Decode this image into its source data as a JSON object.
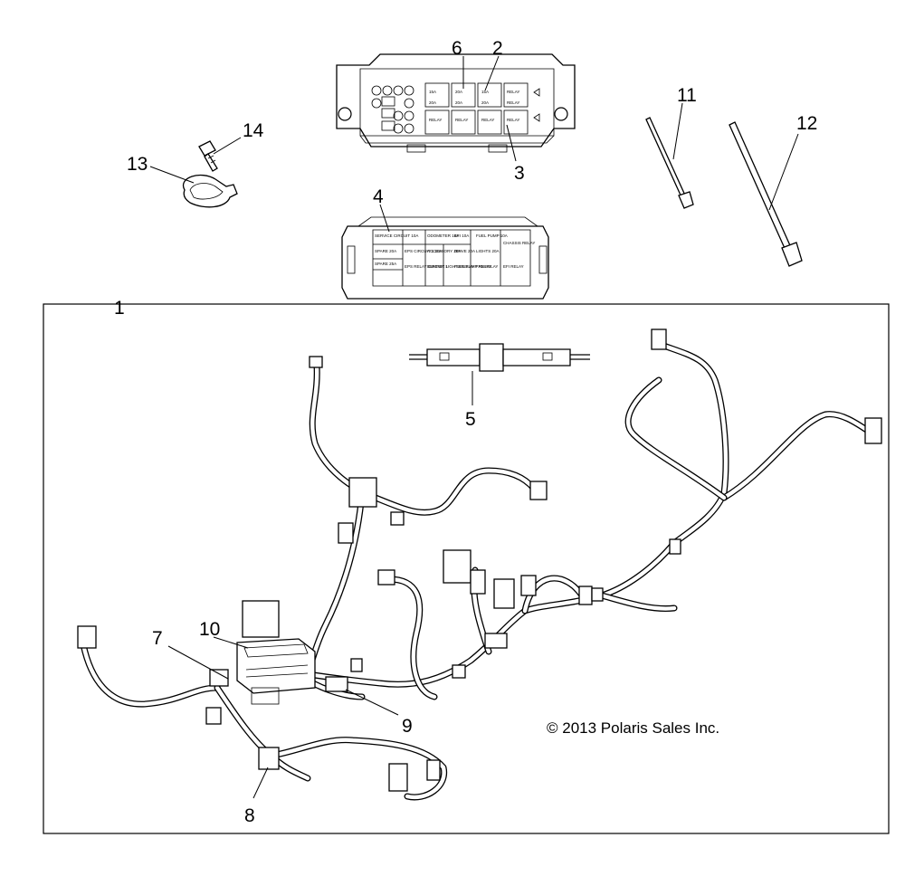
{
  "diagram": {
    "callouts": [
      {
        "id": "c1",
        "label": "1"
      },
      {
        "id": "c2",
        "label": "2"
      },
      {
        "id": "c3",
        "label": "3"
      },
      {
        "id": "c4",
        "label": "4"
      },
      {
        "id": "c5",
        "label": "5"
      },
      {
        "id": "c6",
        "label": "6"
      },
      {
        "id": "c7",
        "label": "7"
      },
      {
        "id": "c8",
        "label": "8"
      },
      {
        "id": "c9",
        "label": "9"
      },
      {
        "id": "c10",
        "label": "10"
      },
      {
        "id": "c11",
        "label": "11"
      },
      {
        "id": "c12",
        "label": "12"
      },
      {
        "id": "c13",
        "label": "13"
      },
      {
        "id": "c14",
        "label": "14"
      }
    ],
    "copyright": "© 2013 Polaris Sales Inc.",
    "fuse_box_cells": [
      "15A",
      "20A",
      "15A",
      "RELAY",
      "20A",
      "20A",
      "20A",
      "RELAY",
      "RELAY",
      "RELAY",
      "RELAY",
      "RELAY"
    ],
    "cover_label_cells": [
      "SERVICE CIRCUIT 10A",
      "ODOMETER 10A",
      "EFI 10A",
      "FUEL PUMP 10A",
      "CHASSIS RELAY",
      "SPARE 20A",
      "EPS CIRCUIT 1 10A",
      "ACCESSORY 20A",
      "DRIVE 20A",
      "LIGHTS 20A",
      "SPARE 25A",
      "EPS RELAY CIRCUIT 1",
      "BUMPER LIGHTS RELAY",
      "FUEL PUMP RELAY",
      "FAN RELAY",
      "EFI RELAY"
    ]
  }
}
